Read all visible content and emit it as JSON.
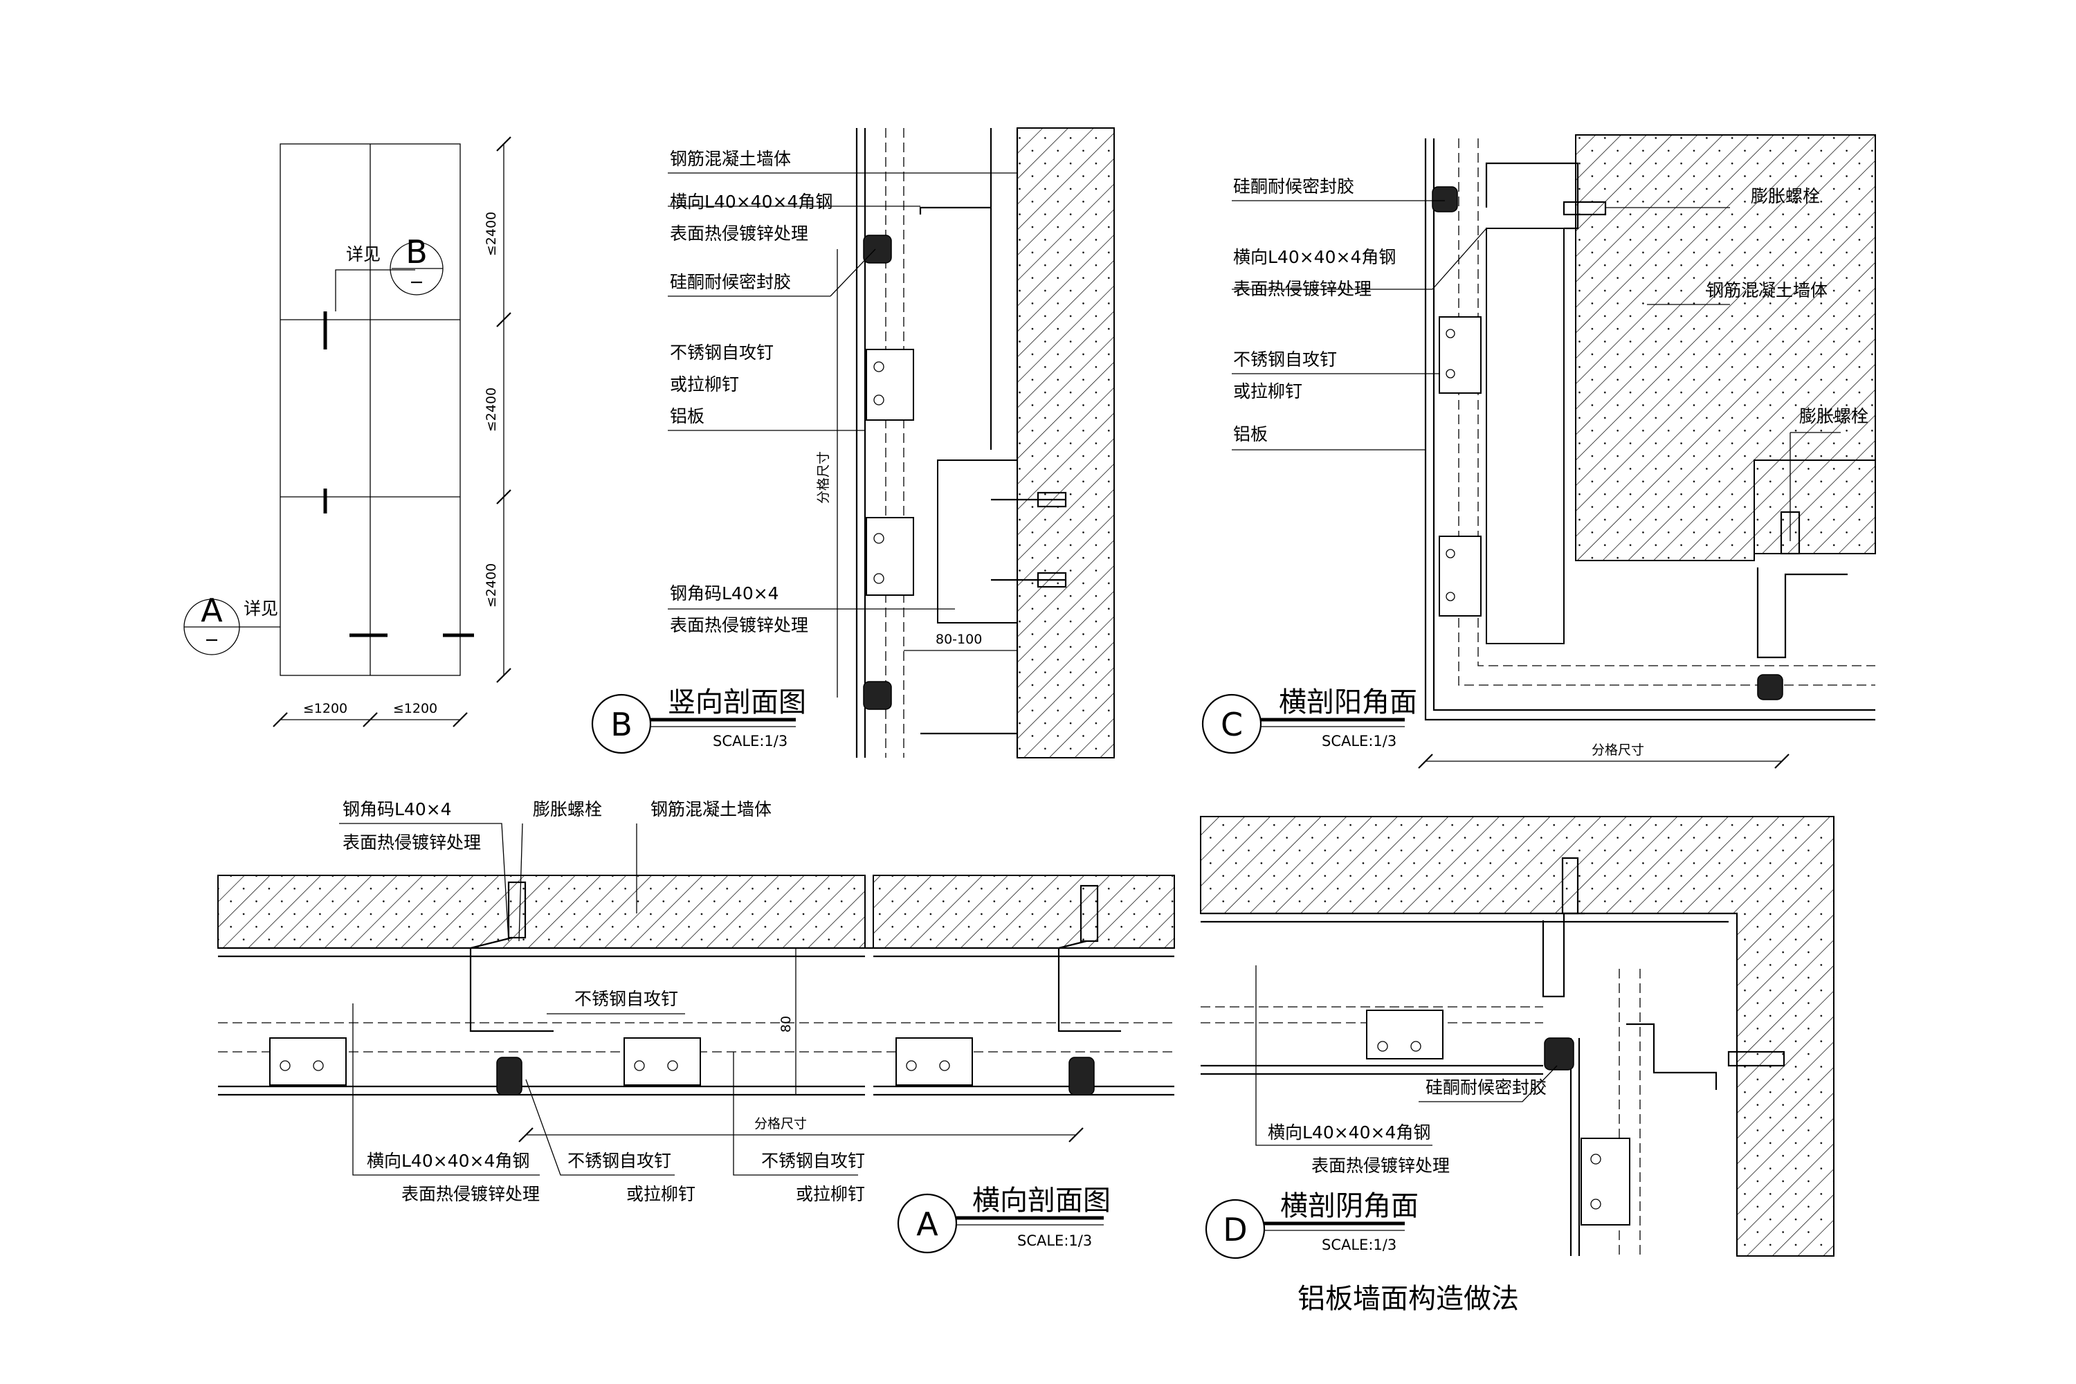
{
  "sheet_title": "铝板墙面构造做法",
  "elevation": {
    "dims_v": [
      "≤2400",
      "≤2400",
      "≤2400"
    ],
    "dims_h": [
      "≤1200",
      "≤1200"
    ],
    "callout_b": {
      "text": "详见",
      "letter": "B"
    },
    "callout_a": {
      "text": "详见",
      "letter": "A"
    }
  },
  "section_b": {
    "letter": "B",
    "title": "竖向剖面图",
    "scale": "SCALE:1/3",
    "labels": [
      "钢筋混凝土墙体",
      "横向L40×40×4角钢",
      "表面热侵镀锌处理",
      "硅酮耐候密封胶",
      "不锈钢自攻钉",
      "或拉柳钉",
      "铝板",
      "钢角码L40×4",
      "表面热侵镀锌处理"
    ],
    "dim_text": "80-100",
    "dim_vertical": "分格尺寸"
  },
  "section_c": {
    "letter": "C",
    "title": "横剖阳角面",
    "scale": "SCALE:1/3",
    "labels": [
      "硅酮耐候密封胶",
      "横向L40×40×4角钢",
      "表面热侵镀锌处理",
      "不锈钢自攻钉",
      "或拉柳钉",
      "铝板",
      "膨胀螺栓",
      "钢筋混凝土墙体",
      "膨胀螺栓"
    ],
    "dim_text": "分格尺寸"
  },
  "section_a": {
    "letter": "A",
    "title": "横向剖面图",
    "scale": "SCALE:1/3",
    "labels": [
      "钢角码L40×4",
      "表面热侵镀锌处理",
      "膨胀螺栓",
      "钢筋混凝土墙体",
      "不锈钢自攻钉",
      "横向L40×40×4角钢",
      "表面热侵镀锌处理",
      "不锈钢自攻钉",
      "或拉柳钉",
      "不锈钢自攻钉",
      "或拉柳钉"
    ],
    "dim_text": "80",
    "dim_bottom": "分格尺寸"
  },
  "section_d": {
    "letter": "D",
    "title": "横剖阴角面",
    "scale": "SCALE:1/3",
    "labels": [
      "硅酮耐候密封胶",
      "横向L40×40×4角钢",
      "表面热侵镀锌处理"
    ]
  }
}
